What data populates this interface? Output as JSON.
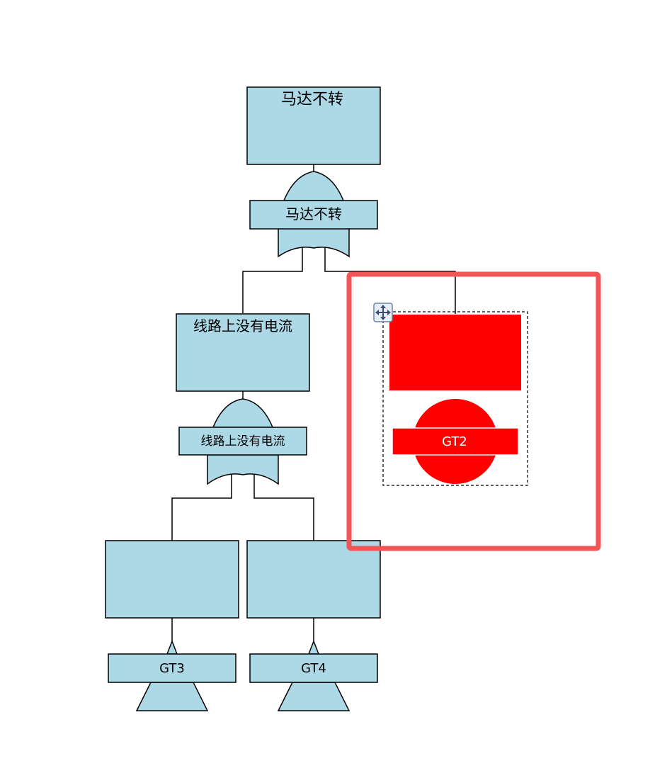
{
  "nodes": {
    "top_event": {
      "title": "马达不转",
      "gate_label": "马达不转"
    },
    "mid_event": {
      "title": "线路上没有电流",
      "gate_label": "线路上没有电流"
    },
    "selected_event": {
      "title": "",
      "gate_label": "GT2"
    },
    "leaf_left": {
      "title": "",
      "gate_label": "GT3"
    },
    "leaf_right": {
      "title": "",
      "gate_label": "GT4"
    }
  },
  "colors": {
    "node_fill": "#add8e6",
    "selected_fill": "#ff0000",
    "highlight_border": "#f25555",
    "line": "#000000"
  },
  "icons": {
    "move_handle": "move-arrows-icon"
  }
}
